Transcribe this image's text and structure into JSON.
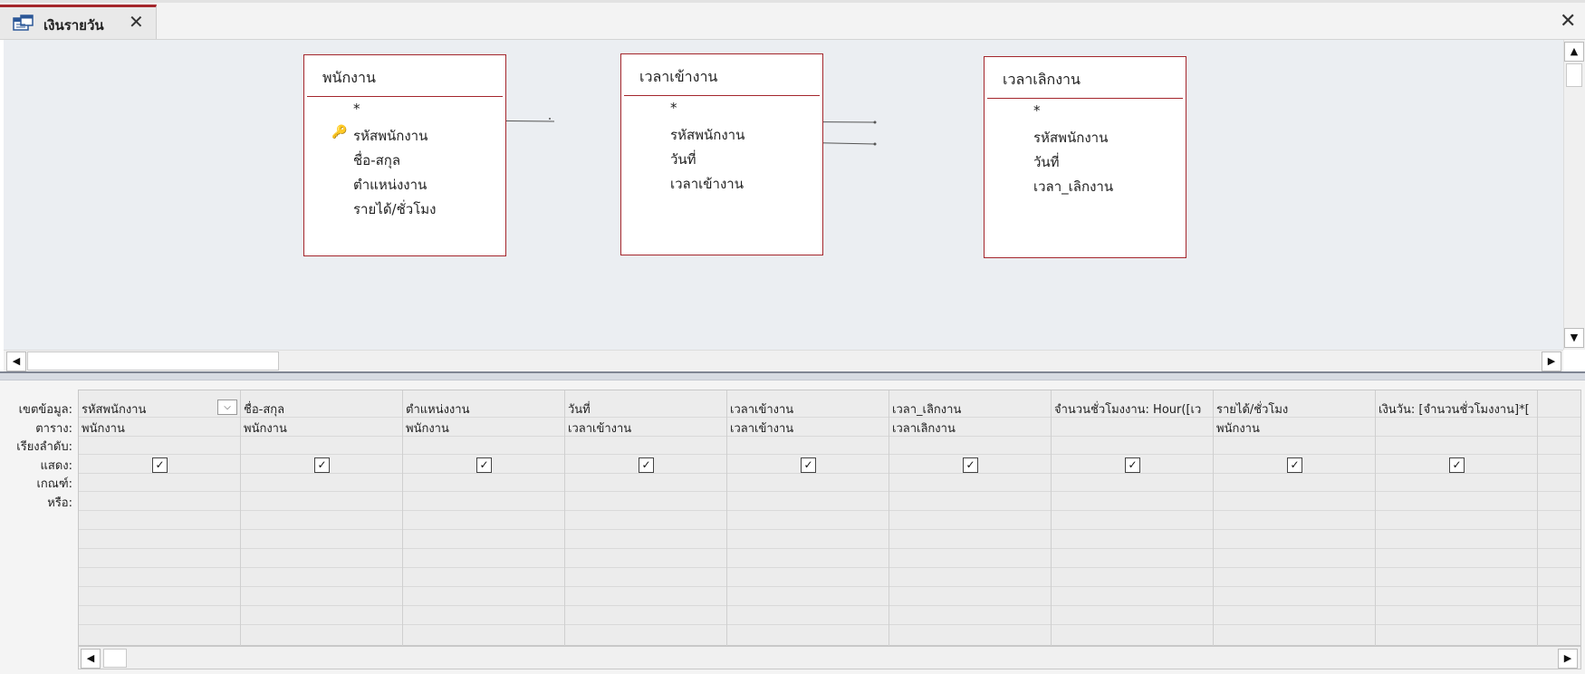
{
  "tab": {
    "title": "เงินรายวัน",
    "close_glyph": "✕",
    "icon": "query-icon"
  },
  "window": {
    "close_glyph": "✕"
  },
  "scroll": {
    "up": "▲",
    "down": "▼",
    "left": "◀",
    "right": "▶"
  },
  "tables": [
    {
      "name": "พนักงาน",
      "fields": [
        "*",
        "รหัสพนักงาน",
        "ชื่อ-สกุล",
        "ตำแหน่งงาน",
        "รายได้/ชั่วโมง"
      ],
      "key_field": "รหัสพนักงาน"
    },
    {
      "name": "เวลาเข้างาน",
      "fields": [
        "*",
        "รหัสพนักงาน",
        "วันที่",
        "เวลาเข้างาน"
      ]
    },
    {
      "name": "เวลาเลิกงาน",
      "fields": [
        "*",
        "รหัสพนักงาน",
        "วันที่",
        "เวลา_เลิกงาน"
      ]
    }
  ],
  "grid": {
    "row_labels": [
      "เขตข้อมูล:",
      "ตาราง:",
      "เรียงลำดับ:",
      "แสดง:",
      "เกณฑ์:",
      "หรือ:"
    ],
    "columns": [
      {
        "field": "รหัสพนักงาน",
        "table": "พนักงาน",
        "show": true
      },
      {
        "field": "ชื่อ-สกุล",
        "table": "พนักงาน",
        "show": true
      },
      {
        "field": "ตำแหน่งงาน",
        "table": "พนักงาน",
        "show": true
      },
      {
        "field": "วันที่",
        "table": "เวลาเข้างาน",
        "show": true
      },
      {
        "field": "เวลาเข้างาน",
        "table": "เวลาเข้างาน",
        "show": true
      },
      {
        "field": "เวลา_เลิกงาน",
        "table": "เวลาเลิกงาน",
        "show": true
      },
      {
        "field": "จำนวนชั่วโมงงาน: Hour([เว",
        "table": "",
        "show": true
      },
      {
        "field": "รายได้/ชั่วโมง",
        "table": "พนักงาน",
        "show": true
      },
      {
        "field": "เงินวัน: [จำนวนชั่วโมงงาน]*[",
        "table": "",
        "show": true
      }
    ],
    "check_glyph": "✓",
    "combo_glyph": "⌵"
  }
}
